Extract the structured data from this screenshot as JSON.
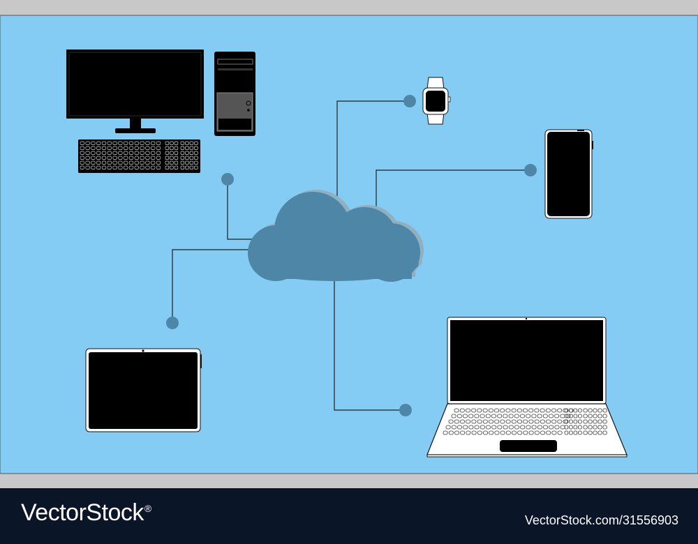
{
  "colors": {
    "frame": "#c8c8c8",
    "background": "#84ccf4",
    "cloud": "#4e86a8",
    "cloud_shadow": "#8fb0bf",
    "node": "#4e86a8",
    "line": "#1e1e1e",
    "device": "#000000",
    "device_outline": "#ffffff",
    "footer": "#0a1528"
  },
  "diagram": {
    "hub": "cloud-icon",
    "devices": [
      {
        "id": "desktop",
        "icon": "desktop-computer-icon"
      },
      {
        "id": "smartwatch",
        "icon": "smartwatch-icon"
      },
      {
        "id": "smartphone",
        "icon": "smartphone-icon"
      },
      {
        "id": "tablet",
        "icon": "tablet-icon"
      },
      {
        "id": "laptop",
        "icon": "laptop-icon"
      }
    ]
  },
  "watermark": {
    "brand": "VectorStock",
    "registered": "®",
    "credit": "VectorStock.com/31556903"
  }
}
